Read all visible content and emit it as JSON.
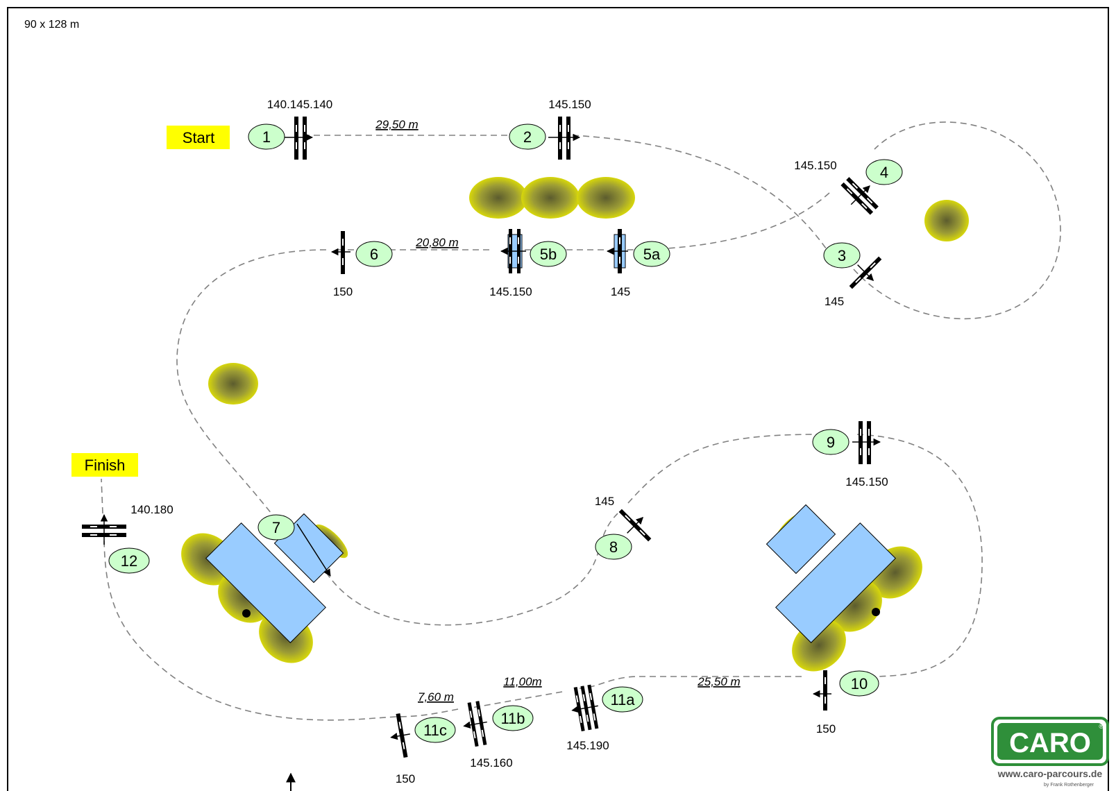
{
  "course": {
    "size": "90 x 128 m",
    "start_label": "Start",
    "finish_label": "Finish",
    "colors": {
      "number_fill": "#ccffcc",
      "label_highlight": "#ffff00",
      "water": "#99ccff",
      "bush_dark": "#5c5c2e",
      "bush_light": "#e6e600",
      "path": "#808080",
      "logo_green": "#2f8f3a"
    }
  },
  "obstacles": [
    {
      "id": "1",
      "height": "140.145.140"
    },
    {
      "id": "2",
      "height": "145.150"
    },
    {
      "id": "3",
      "height": "145"
    },
    {
      "id": "4",
      "height": "145.150"
    },
    {
      "id": "5a",
      "height": "145"
    },
    {
      "id": "5b",
      "height": "145.150"
    },
    {
      "id": "6",
      "height": "150"
    },
    {
      "id": "7",
      "height": ""
    },
    {
      "id": "8",
      "height": "145"
    },
    {
      "id": "9",
      "height": "145.150"
    },
    {
      "id": "10",
      "height": "150"
    },
    {
      "id": "11a",
      "height": "145.190"
    },
    {
      "id": "11b",
      "height": "145.160"
    },
    {
      "id": "11c",
      "height": "150"
    },
    {
      "id": "12",
      "height": "140.180"
    }
  ],
  "distances": [
    {
      "between": "1-2",
      "value": "29,50 m"
    },
    {
      "between": "5b-6",
      "value": "20,80 m"
    },
    {
      "between": "11c-11b",
      "value": "7,60 m"
    },
    {
      "between": "11b-11a",
      "value": "11,00m"
    },
    {
      "between": "11a-10",
      "value": "25,50 m"
    }
  ],
  "logo": {
    "name": "CARO",
    "registered": "®",
    "url": "www.caro-parcours.de",
    "byline": "by Frank Rothenberger"
  }
}
